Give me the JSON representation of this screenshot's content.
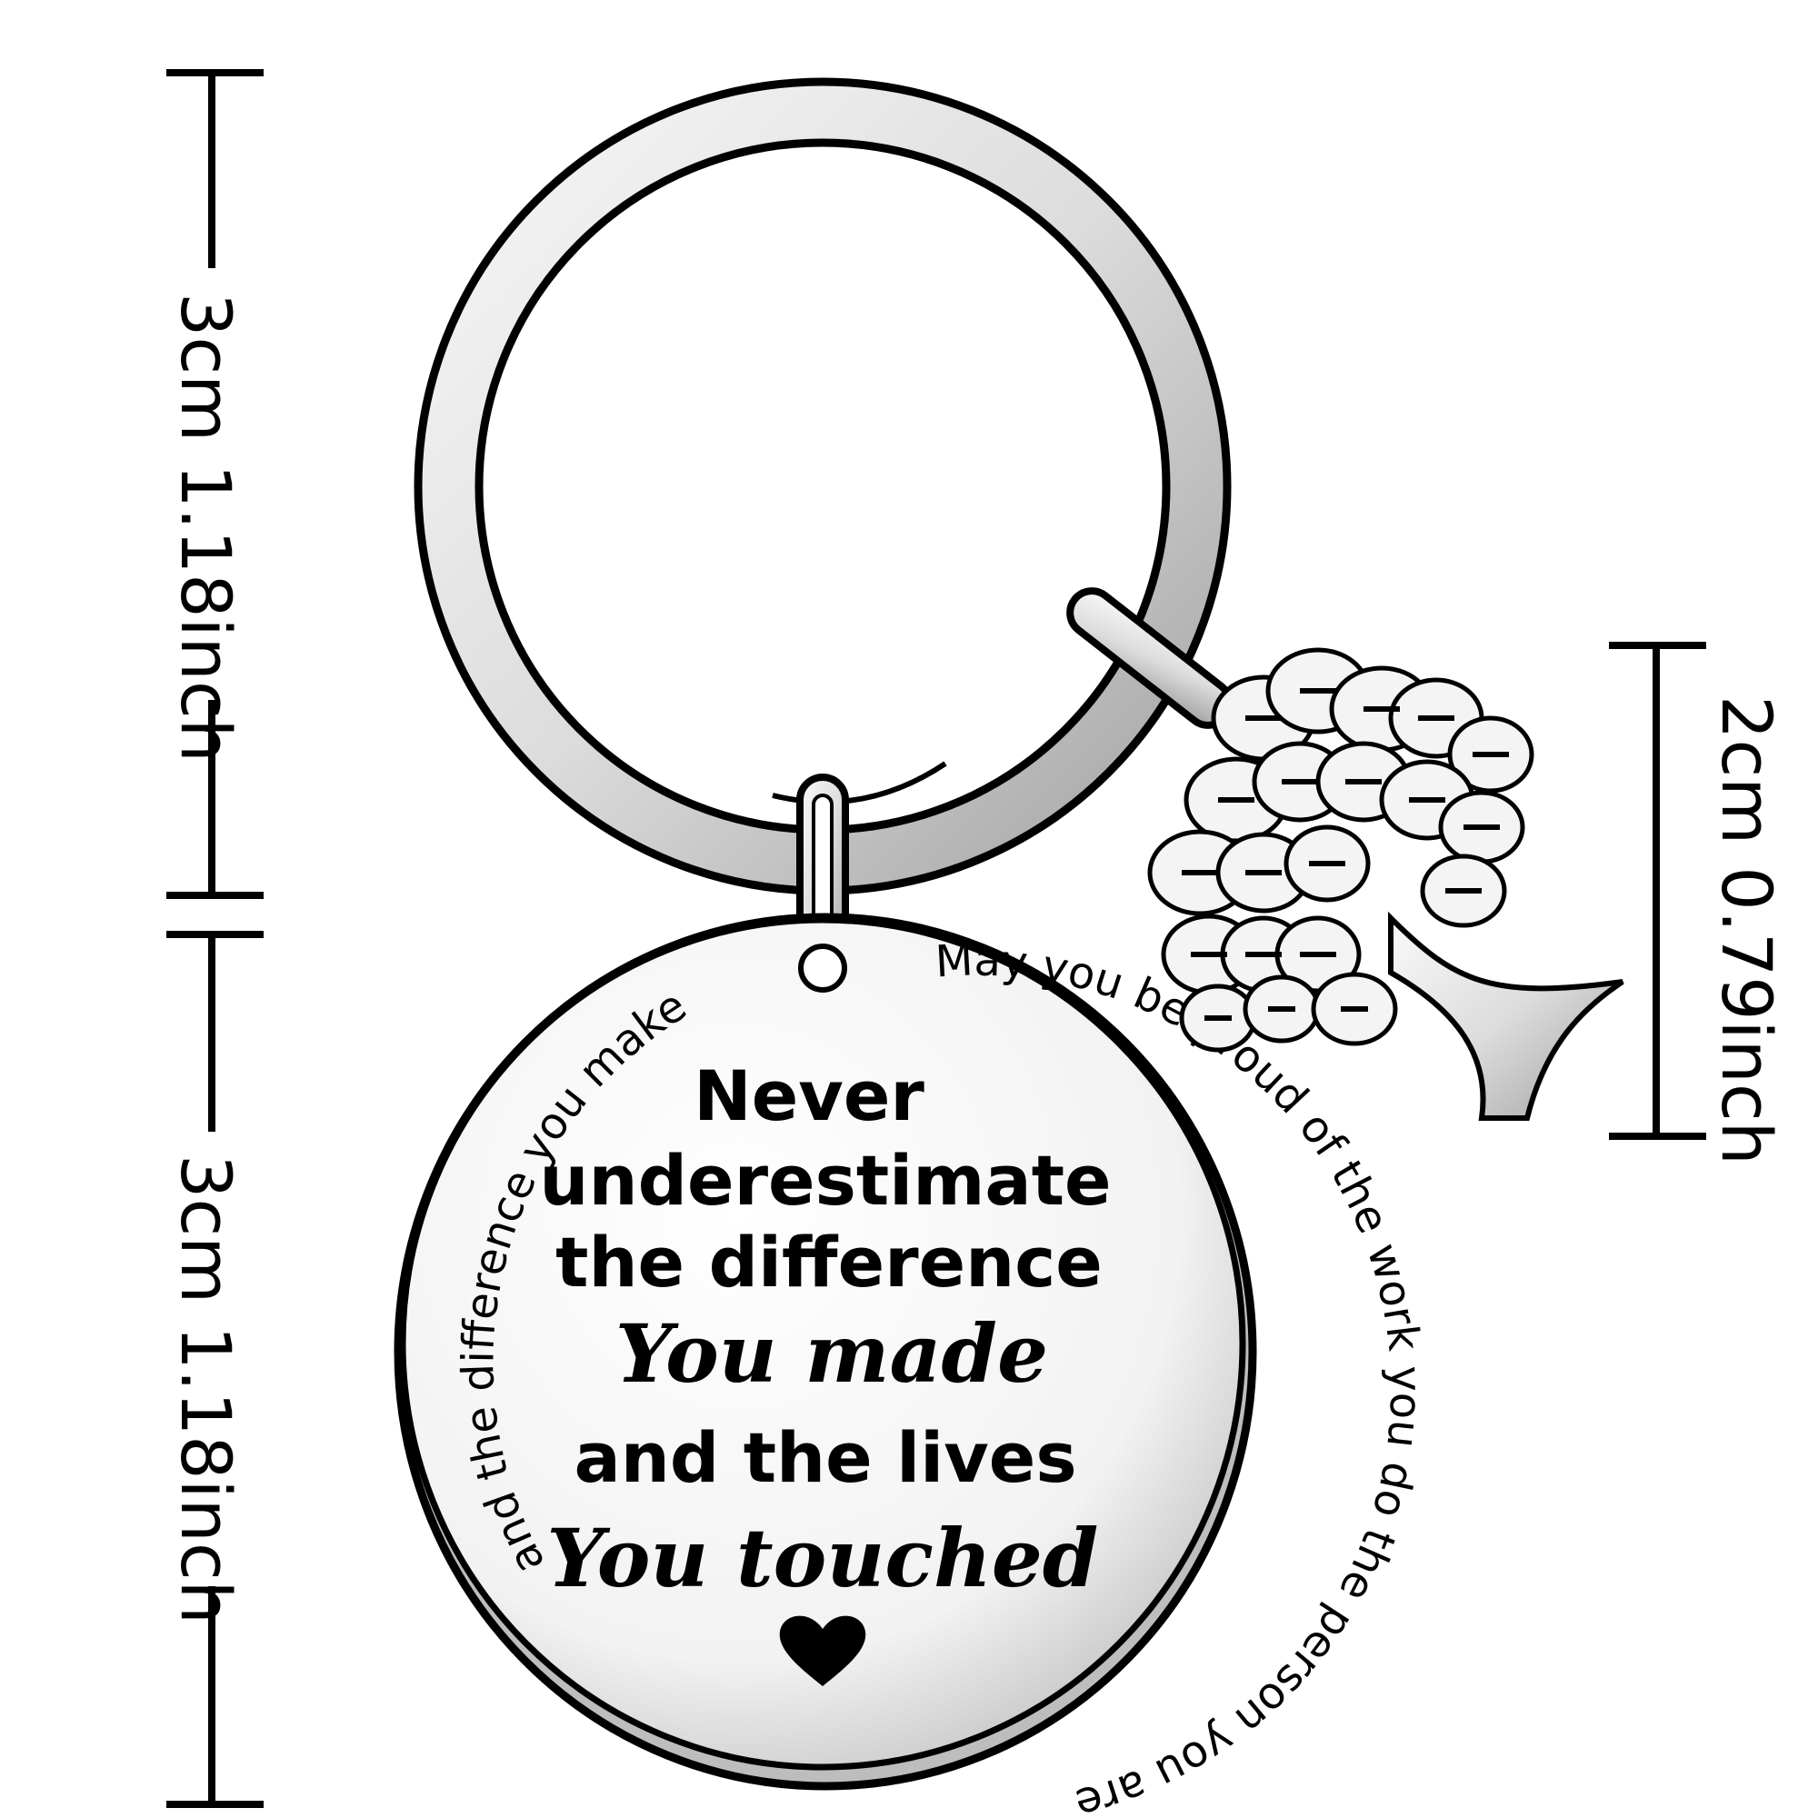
{
  "dimensions": {
    "ring_height": "3cm 1.18inch",
    "tag_height": "3cm 1.18inch",
    "charm_height": "2cm 0.79inch"
  },
  "tag": {
    "arc_left": "and the difference you make",
    "arc_right": "May you be proud of the work you do the person you are",
    "line1": "Never",
    "line2": "underestimate",
    "line3": "the difference",
    "line4": "You made",
    "line5": "and the lives",
    "line6": "You touched"
  },
  "colors": {
    "metal": "#e6e6e6",
    "outline": "#000000",
    "background": "#ffffff"
  },
  "icons": {
    "heart": "heart-icon",
    "charm": "tree-of-life-icon"
  }
}
